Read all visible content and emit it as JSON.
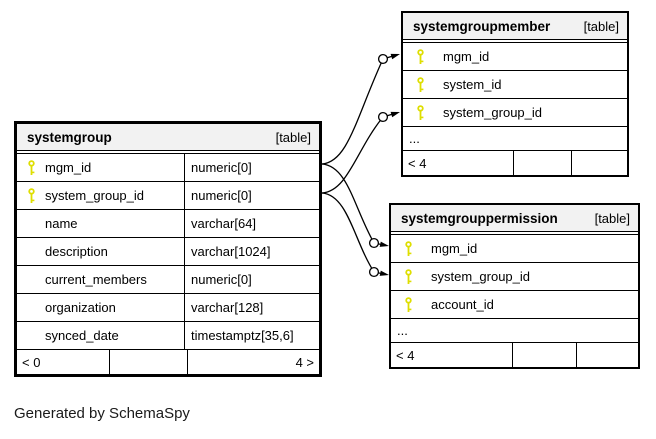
{
  "caption": "Generated by SchemaSpy",
  "colors": {
    "key_icon": "#dede00",
    "header_bg": "#f2f2f2",
    "border": "#000000"
  },
  "tables": {
    "systemgroup": {
      "title": "systemgroup",
      "tag": "[table]",
      "columns": [
        {
          "name": "mgm_id",
          "type": "numeric[0]",
          "pk": true
        },
        {
          "name": "system_group_id",
          "type": "numeric[0]",
          "pk": true
        },
        {
          "name": "name",
          "type": "varchar[64]",
          "pk": false
        },
        {
          "name": "description",
          "type": "varchar[1024]",
          "pk": false
        },
        {
          "name": "current_members",
          "type": "numeric[0]",
          "pk": false
        },
        {
          "name": "organization",
          "type": "varchar[128]",
          "pk": false
        },
        {
          "name": "synced_date",
          "type": "timestamptz[35,6]",
          "pk": false
        }
      ],
      "footer": {
        "left": "< 0",
        "mid": "",
        "right": "4 >"
      }
    },
    "systemgroupmember": {
      "title": "systemgroupmember",
      "tag": "[table]",
      "columns": [
        {
          "name": "mgm_id",
          "pk": true
        },
        {
          "name": "system_id",
          "pk": true
        },
        {
          "name": "system_group_id",
          "pk": true
        }
      ],
      "ellipsis": "...",
      "footer": {
        "left": "< 4",
        "mid": "",
        "right": ""
      }
    },
    "systemgrouppermission": {
      "title": "systemgrouppermission",
      "tag": "[table]",
      "columns": [
        {
          "name": "mgm_id",
          "pk": true
        },
        {
          "name": "system_group_id",
          "pk": true
        },
        {
          "name": "account_id",
          "pk": true
        }
      ],
      "ellipsis": "...",
      "footer": {
        "left": "< 4",
        "mid": "",
        "right": ""
      }
    }
  },
  "relationships": [
    {
      "from": "systemgroup.mgm_id",
      "to": "systemgroupmember.mgm_id"
    },
    {
      "from": "systemgroup.system_group_id",
      "to": "systemgroupmember.system_group_id"
    },
    {
      "from": "systemgroup.mgm_id",
      "to": "systemgrouppermission.mgm_id"
    },
    {
      "from": "systemgroup.system_group_id",
      "to": "systemgrouppermission.system_group_id"
    }
  ]
}
